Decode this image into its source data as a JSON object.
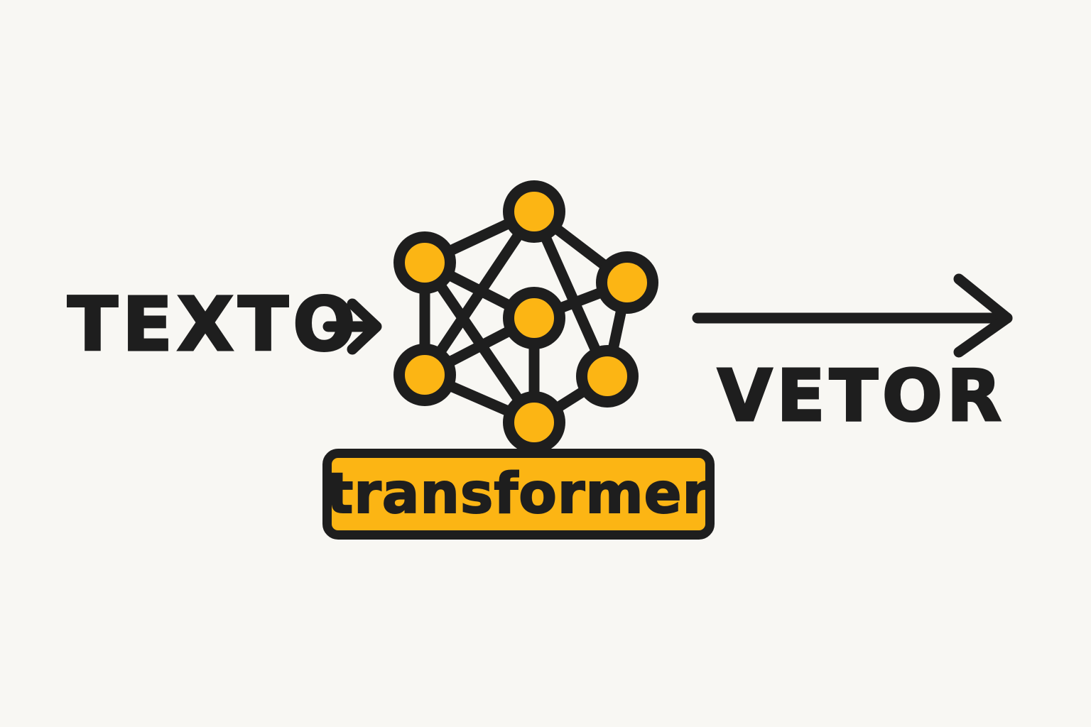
{
  "diagram": {
    "input_label": "TEXTO",
    "model_label": "transformer",
    "output_label": "VETOR"
  },
  "colors": {
    "background": "#f8f7f3",
    "accent": "#fcb514",
    "ink": "#1e1e1e"
  },
  "icons": {
    "network": "neural-network-graph-icon",
    "input_arrow": "arrow-right-icon",
    "output_arrow": "long-arrow-right-icon"
  }
}
